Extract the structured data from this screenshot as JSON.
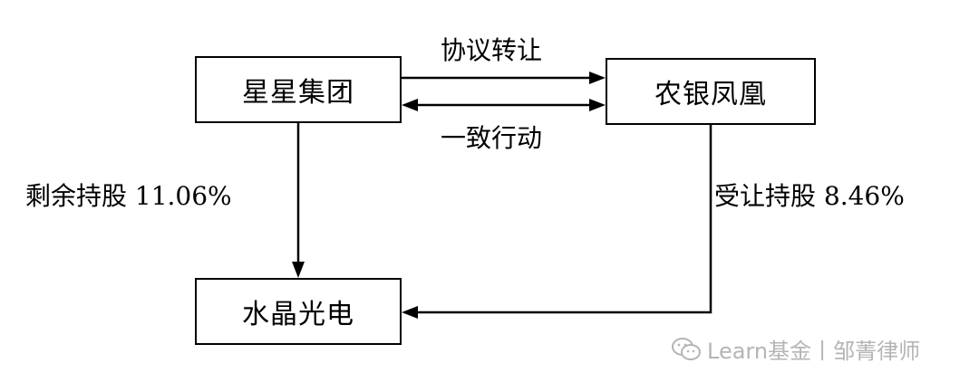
{
  "nodes": {
    "xingxing": "星星集团",
    "nongyin": "农银凤凰",
    "shuijing": "水晶光电"
  },
  "edges": {
    "transfer": "协议转让",
    "concert": "一致行动",
    "remaining": "剩余持股 11.06%",
    "received": "受让持股 8.46%"
  },
  "watermark": {
    "text": "Learn基金丨邹菁律师",
    "icon": "wechat-icon"
  }
}
